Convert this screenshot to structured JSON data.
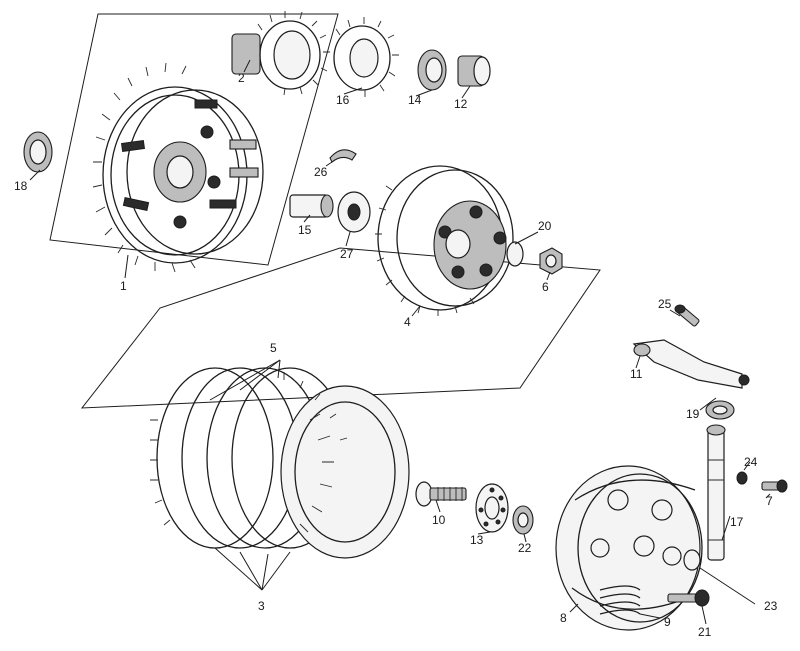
{
  "diagram": {
    "part_numbers": {
      "p1": "1",
      "p2": "2",
      "p3": "3",
      "p4": "4",
      "p5": "5",
      "p6": "6",
      "p7": "7",
      "p8": "8",
      "p9": "9",
      "p10": "10",
      "p11": "11",
      "p12": "12",
      "p13": "13",
      "p14": "14",
      "p15": "15",
      "p16": "16",
      "p17": "17",
      "p18": "18",
      "p19": "19",
      "p20": "20",
      "p21": "21",
      "p22": "22",
      "p23": "23",
      "p24": "24",
      "p25": "25",
      "p26": "26",
      "p27": "27"
    }
  }
}
